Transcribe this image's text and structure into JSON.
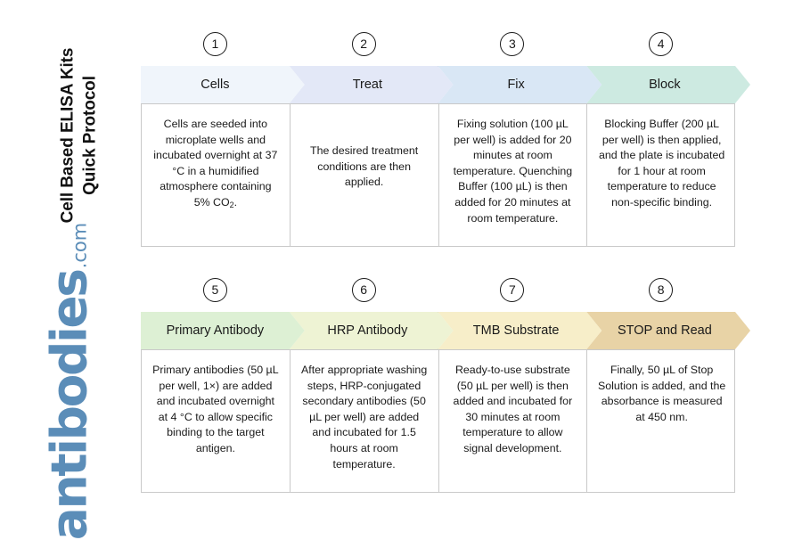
{
  "title": {
    "line1": "Cell Based ELISA Kits",
    "line2": "Quick Protocol"
  },
  "logo": {
    "name": "antibodies",
    "tld": ".com",
    "color": "#5b8db8"
  },
  "flow": {
    "rows": [
      {
        "name": "row-1",
        "steps": [
          {
            "number": "1",
            "label": "Cells",
            "fill": "#f0f5fb",
            "stroke": "#7596bd",
            "body": "Cells are seeded into microplate wells and incubated overnight at 37 °C in a humidified atmosphere containing 5% CO2."
          },
          {
            "number": "2",
            "label": "Treat",
            "fill": "#e3e8f7",
            "stroke": "#4a6fa5",
            "body": "The desired treatment conditions are then applied."
          },
          {
            "number": "3",
            "label": "Fix",
            "fill": "#d9e7f5",
            "stroke": "#4a7093",
            "body": "Fixing solution (100 µL per well) is added for 20 minutes at room temperature. Quenching Buffer (100 µL) is then added for 20 minutes at room temperature."
          },
          {
            "number": "4",
            "label": "Block",
            "fill": "#cdeae1",
            "stroke": "#3f6f66",
            "body": "Blocking Buffer (200 µL per well) is then applied, and the plate is incubated for 1 hour at room temperature to reduce non-specific binding."
          }
        ]
      },
      {
        "name": "row-2",
        "steps": [
          {
            "number": "5",
            "label": "Primary Antibody",
            "fill": "#ddf0d4",
            "stroke": "#4a7a33",
            "body": "Primary antibodies (50 µL per well, 1×) are added and incubated overnight at 4 °C to allow specific binding to the target antigen."
          },
          {
            "number": "6",
            "label": "HRP Antibody",
            "fill": "#eef3d4",
            "stroke": "#7f8a33",
            "body": "After appropriate washing steps, HRP-conjugated secondary antibodies (50 µL per well) are added and incubated for 1.5 hours at room temperature."
          },
          {
            "number": "7",
            "label": "TMB Substrate",
            "fill": "#f7eec9",
            "stroke": "#9a7f33",
            "body": "Ready-to-use substrate (50 µL per well) is then added and incubated for 30 minutes at room temperature to allow signal development."
          },
          {
            "number": "8",
            "label": "STOP and Read",
            "fill": "#e8d3a6",
            "stroke": "#a07f3c",
            "body": "Finally, 50 µL of Stop Solution is added, and the absorbance is measured at 450 nm."
          }
        ]
      }
    ]
  }
}
